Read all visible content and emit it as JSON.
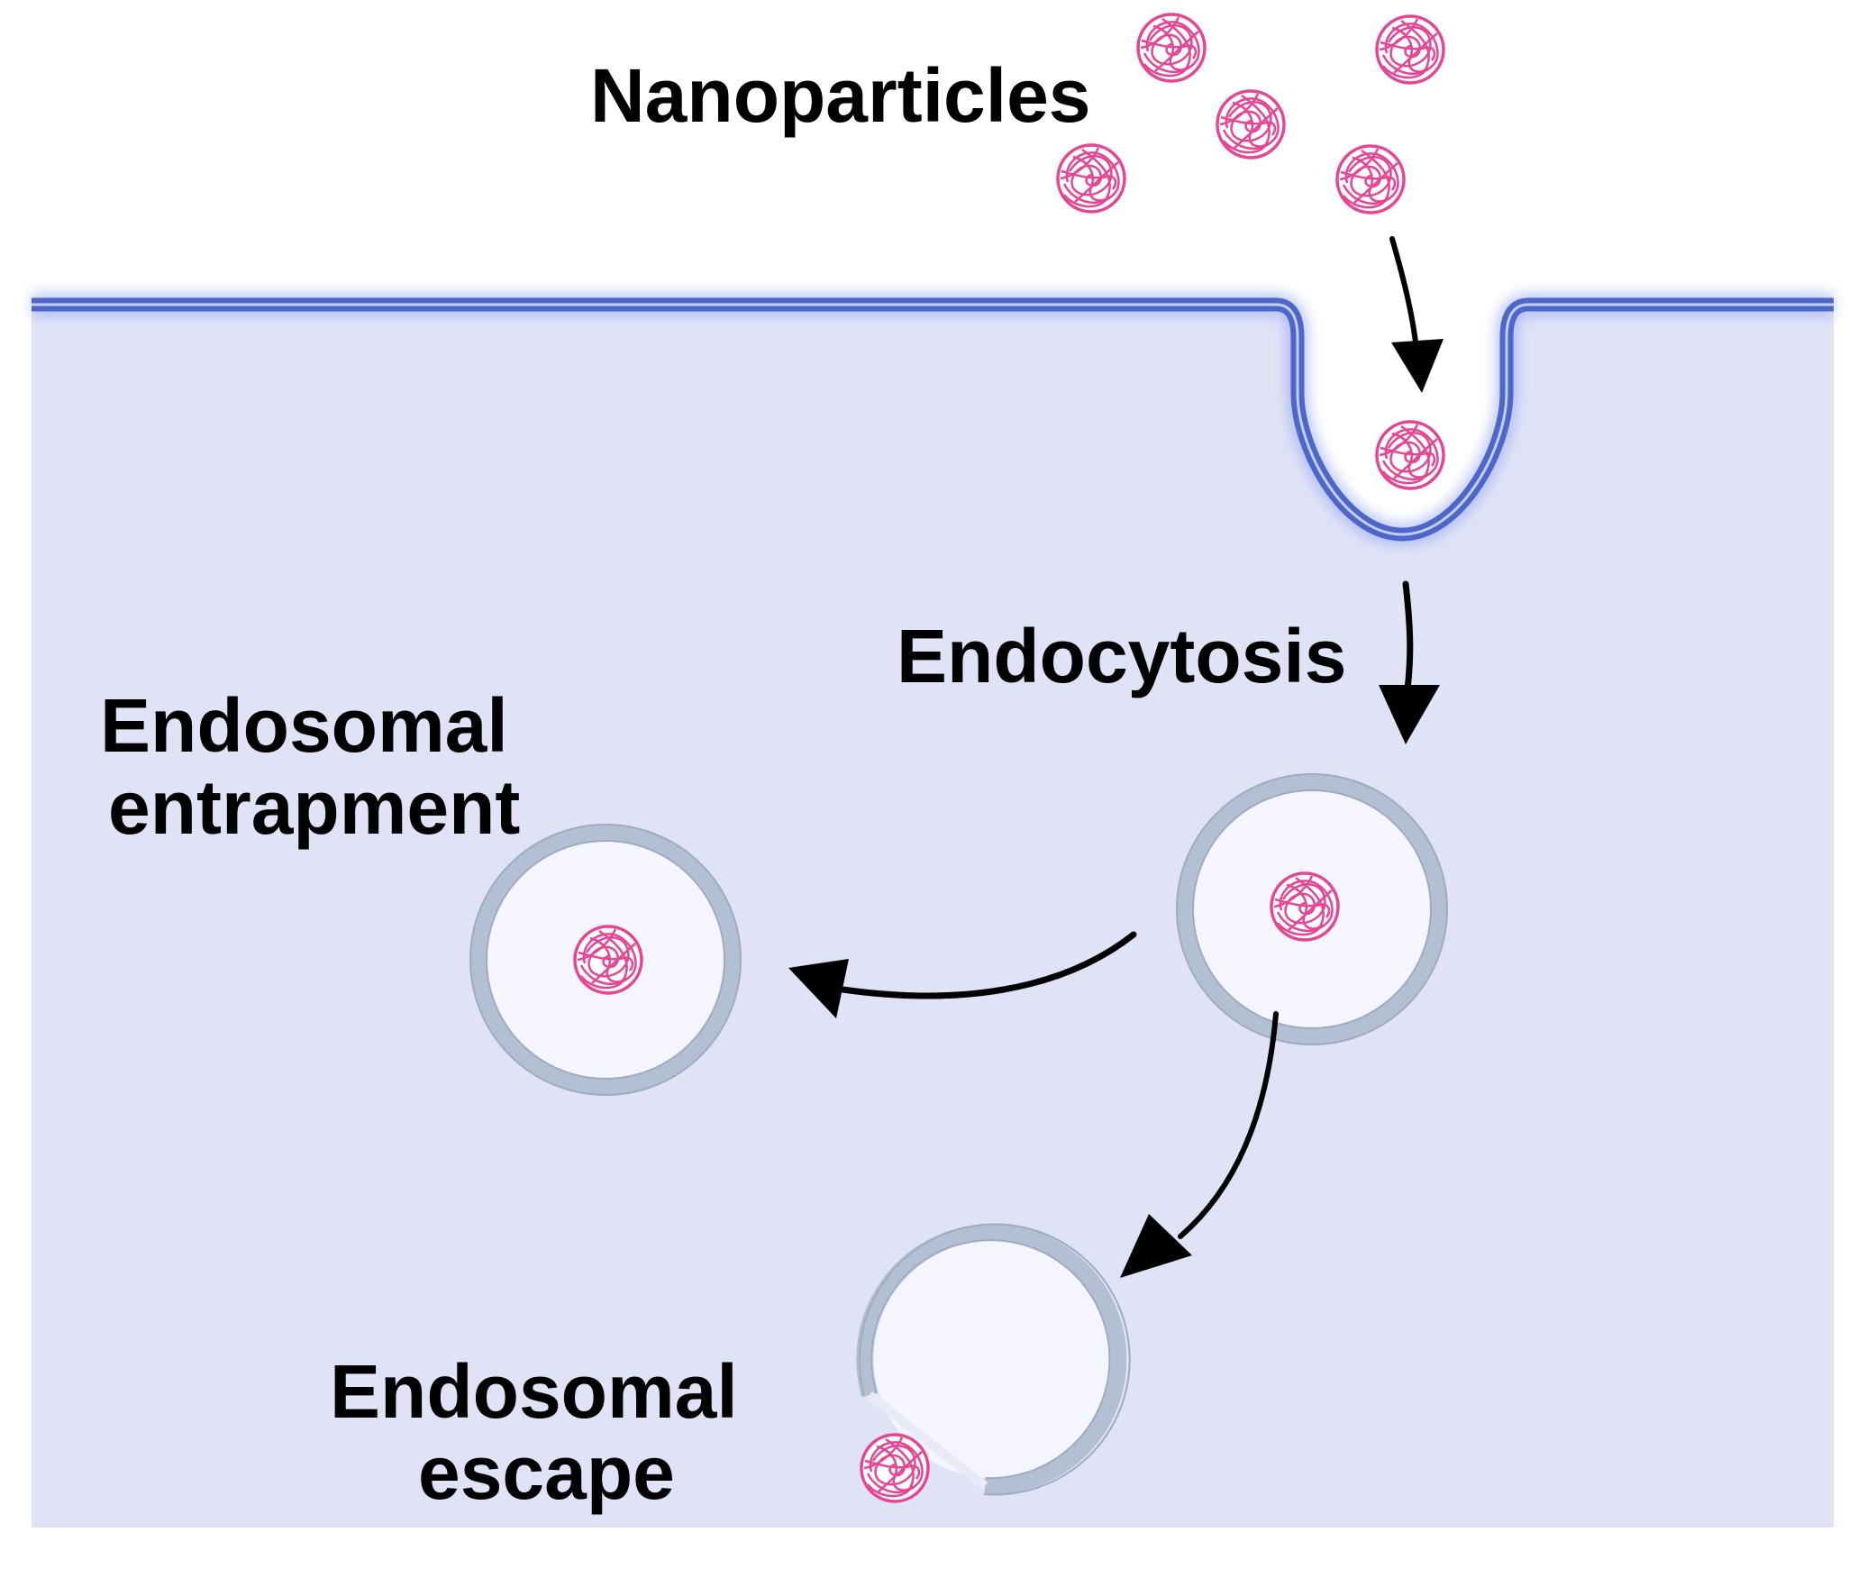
{
  "labels": {
    "nanoparticles": "Nanoparticles",
    "endocytosis": "Endocytosis",
    "entrapment_line1": "Endosomal",
    "entrapment_line2": "entrapment",
    "escape_line1": "Endosomal",
    "escape_line2": "escape"
  },
  "colors": {
    "cytoplasm": "#e0e3f6",
    "membrane": "#4c66c9",
    "membrane_glow": "#8fa2f2",
    "vesicle_fill": "#f4f5fd",
    "vesicle_ring": "#b3bfd2",
    "nanoparticle": "#e64596",
    "arrow": "#000000"
  }
}
